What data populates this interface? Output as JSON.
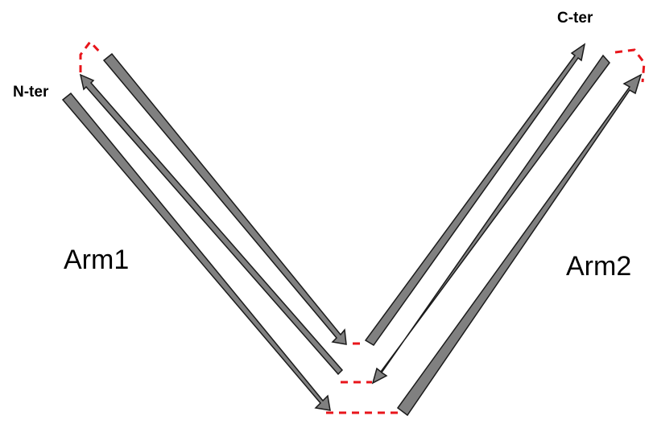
{
  "labels": {
    "n_terminus": "N-ter",
    "c_terminus": "C-ter",
    "arm1": "Arm1",
    "arm2": "Arm2"
  },
  "colors": {
    "strand_fill": "#808080",
    "strand_outline": "#1a1a1a",
    "loop": "#e8151b",
    "text": "#000000"
  },
  "strands": [
    {
      "name": "arm1-strand-1",
      "arm": "Arm1",
      "direction": "down"
    },
    {
      "name": "arm1-strand-2",
      "arm": "Arm1",
      "direction": "up"
    },
    {
      "name": "arm1-strand-3",
      "arm": "Arm1",
      "direction": "down"
    },
    {
      "name": "arm2-strand-1",
      "arm": "Arm2",
      "direction": "up"
    },
    {
      "name": "arm2-strand-2",
      "arm": "Arm2",
      "direction": "down"
    },
    {
      "name": "arm2-strand-3",
      "arm": "Arm2",
      "direction": "up"
    }
  ]
}
